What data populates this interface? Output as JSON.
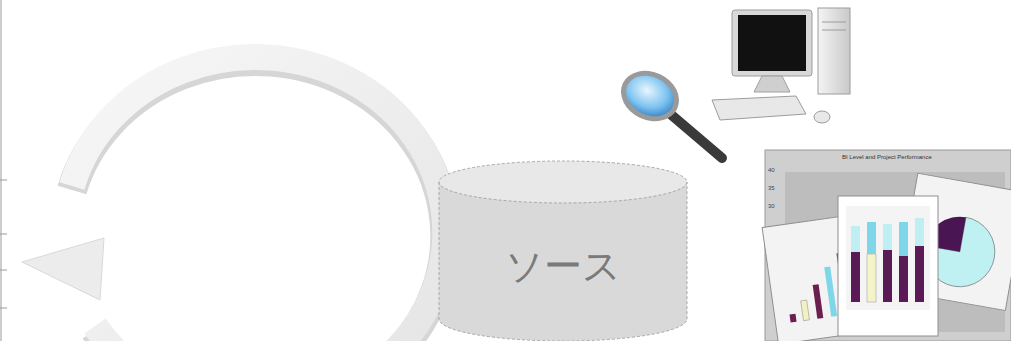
{
  "diagram": {
    "nodes": [
      {
        "text": [
          "ソース"
        ]
      }
    ],
    "labels": [
      "BI Level and Project Performance",
      "40",
      "35",
      "30"
    ]
  }
}
